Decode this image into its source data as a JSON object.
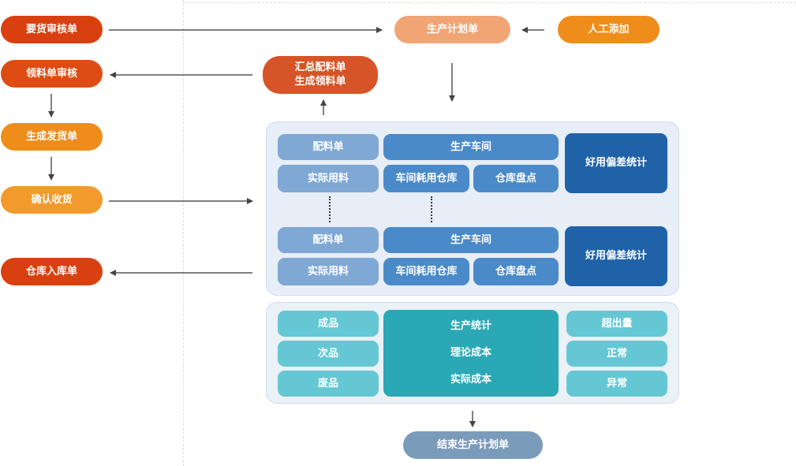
{
  "left_flow": {
    "request_review": "要货审核单",
    "picking_review": "领料单审核",
    "generate_shipment": "生成发货单",
    "confirm_receipt": "确认收货",
    "warehouse_inbound": "仓库入库单"
  },
  "top_flow": {
    "production_plan": "生产计划单",
    "manual_add": "人工添加",
    "summary_line1": "汇总配料单",
    "summary_line2": "生成领料单"
  },
  "workshop_panel": {
    "group1": {
      "batch_sheet": "配料单",
      "actual_material": "实际用料",
      "workshop": "生产车间",
      "workshop_consumable_store": "车间耗用仓库",
      "inventory_check": "仓库盘点",
      "deviation_stats": "好用偏差统计"
    },
    "group2": {
      "batch_sheet": "配料单",
      "actual_material": "实际用料",
      "workshop": "生产车间",
      "workshop_consumable_store": "车间耗用仓库",
      "inventory_check": "仓库盘点",
      "deviation_stats": "好用偏差统计"
    }
  },
  "stats_panel": {
    "finished": "成品",
    "seconds": "次品",
    "waste": "废品",
    "production_stats": "生产统计",
    "theoretical_cost": "理论成本",
    "actual_cost": "实际成本",
    "over_output": "超出量",
    "normal": "正常",
    "abnormal": "异常"
  },
  "end_node": "结束生产计划单",
  "colors": {
    "red": "#d9400f",
    "orange": "#ef8d1a",
    "peach": "#f1a574",
    "light_blue": "#7fa8d4",
    "mid_blue": "#4b8ac9",
    "deep_blue": "#1f62a8",
    "teal": "#65c7d4",
    "dark_teal": "#2ba8b5",
    "slate": "#7b9bbb"
  }
}
